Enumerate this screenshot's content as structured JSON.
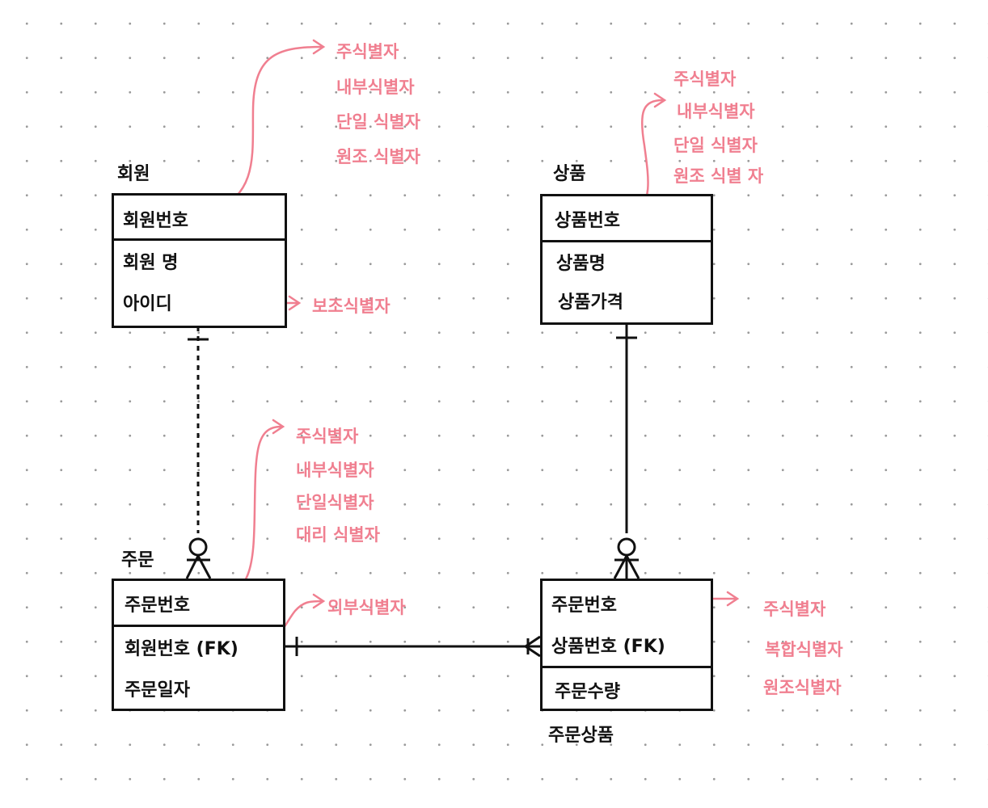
{
  "entities": {
    "member": {
      "title": "회원",
      "pk": "회원번호",
      "attrs": [
        "회원 명",
        "아이디"
      ]
    },
    "product": {
      "title": "상품",
      "pk": "상품번호",
      "attrs": [
        "상품명",
        "상품가격"
      ]
    },
    "order": {
      "title": "주문",
      "pk": "주문번호",
      "attrs": [
        "회원번호 (FK)",
        "주문일자"
      ]
    },
    "order_product": {
      "title": "주문상품",
      "pk": [
        "주문번호",
        "상품번호 (FK)"
      ],
      "attrs": [
        "주문수량"
      ]
    }
  },
  "annotations": {
    "member_pk": [
      "주식별자",
      "내부식별자",
      "단일 식별자",
      "원조 식별자"
    ],
    "member_id": "보조식별자",
    "product_pk": [
      "주식별자",
      "내부식별자",
      "단일 식별자",
      "원조 식별 자"
    ],
    "order_pk": [
      "주식별자",
      "내부식별자",
      "단일식별자",
      "대리 식별자"
    ],
    "order_fk": "외부식별자",
    "order_product_pk": [
      "주식별자",
      "복합식별자",
      "원조식별자"
    ]
  },
  "colors": {
    "ink": "#111111",
    "annotation": "#f07f90",
    "grid_dot": "#9a9a9a"
  }
}
